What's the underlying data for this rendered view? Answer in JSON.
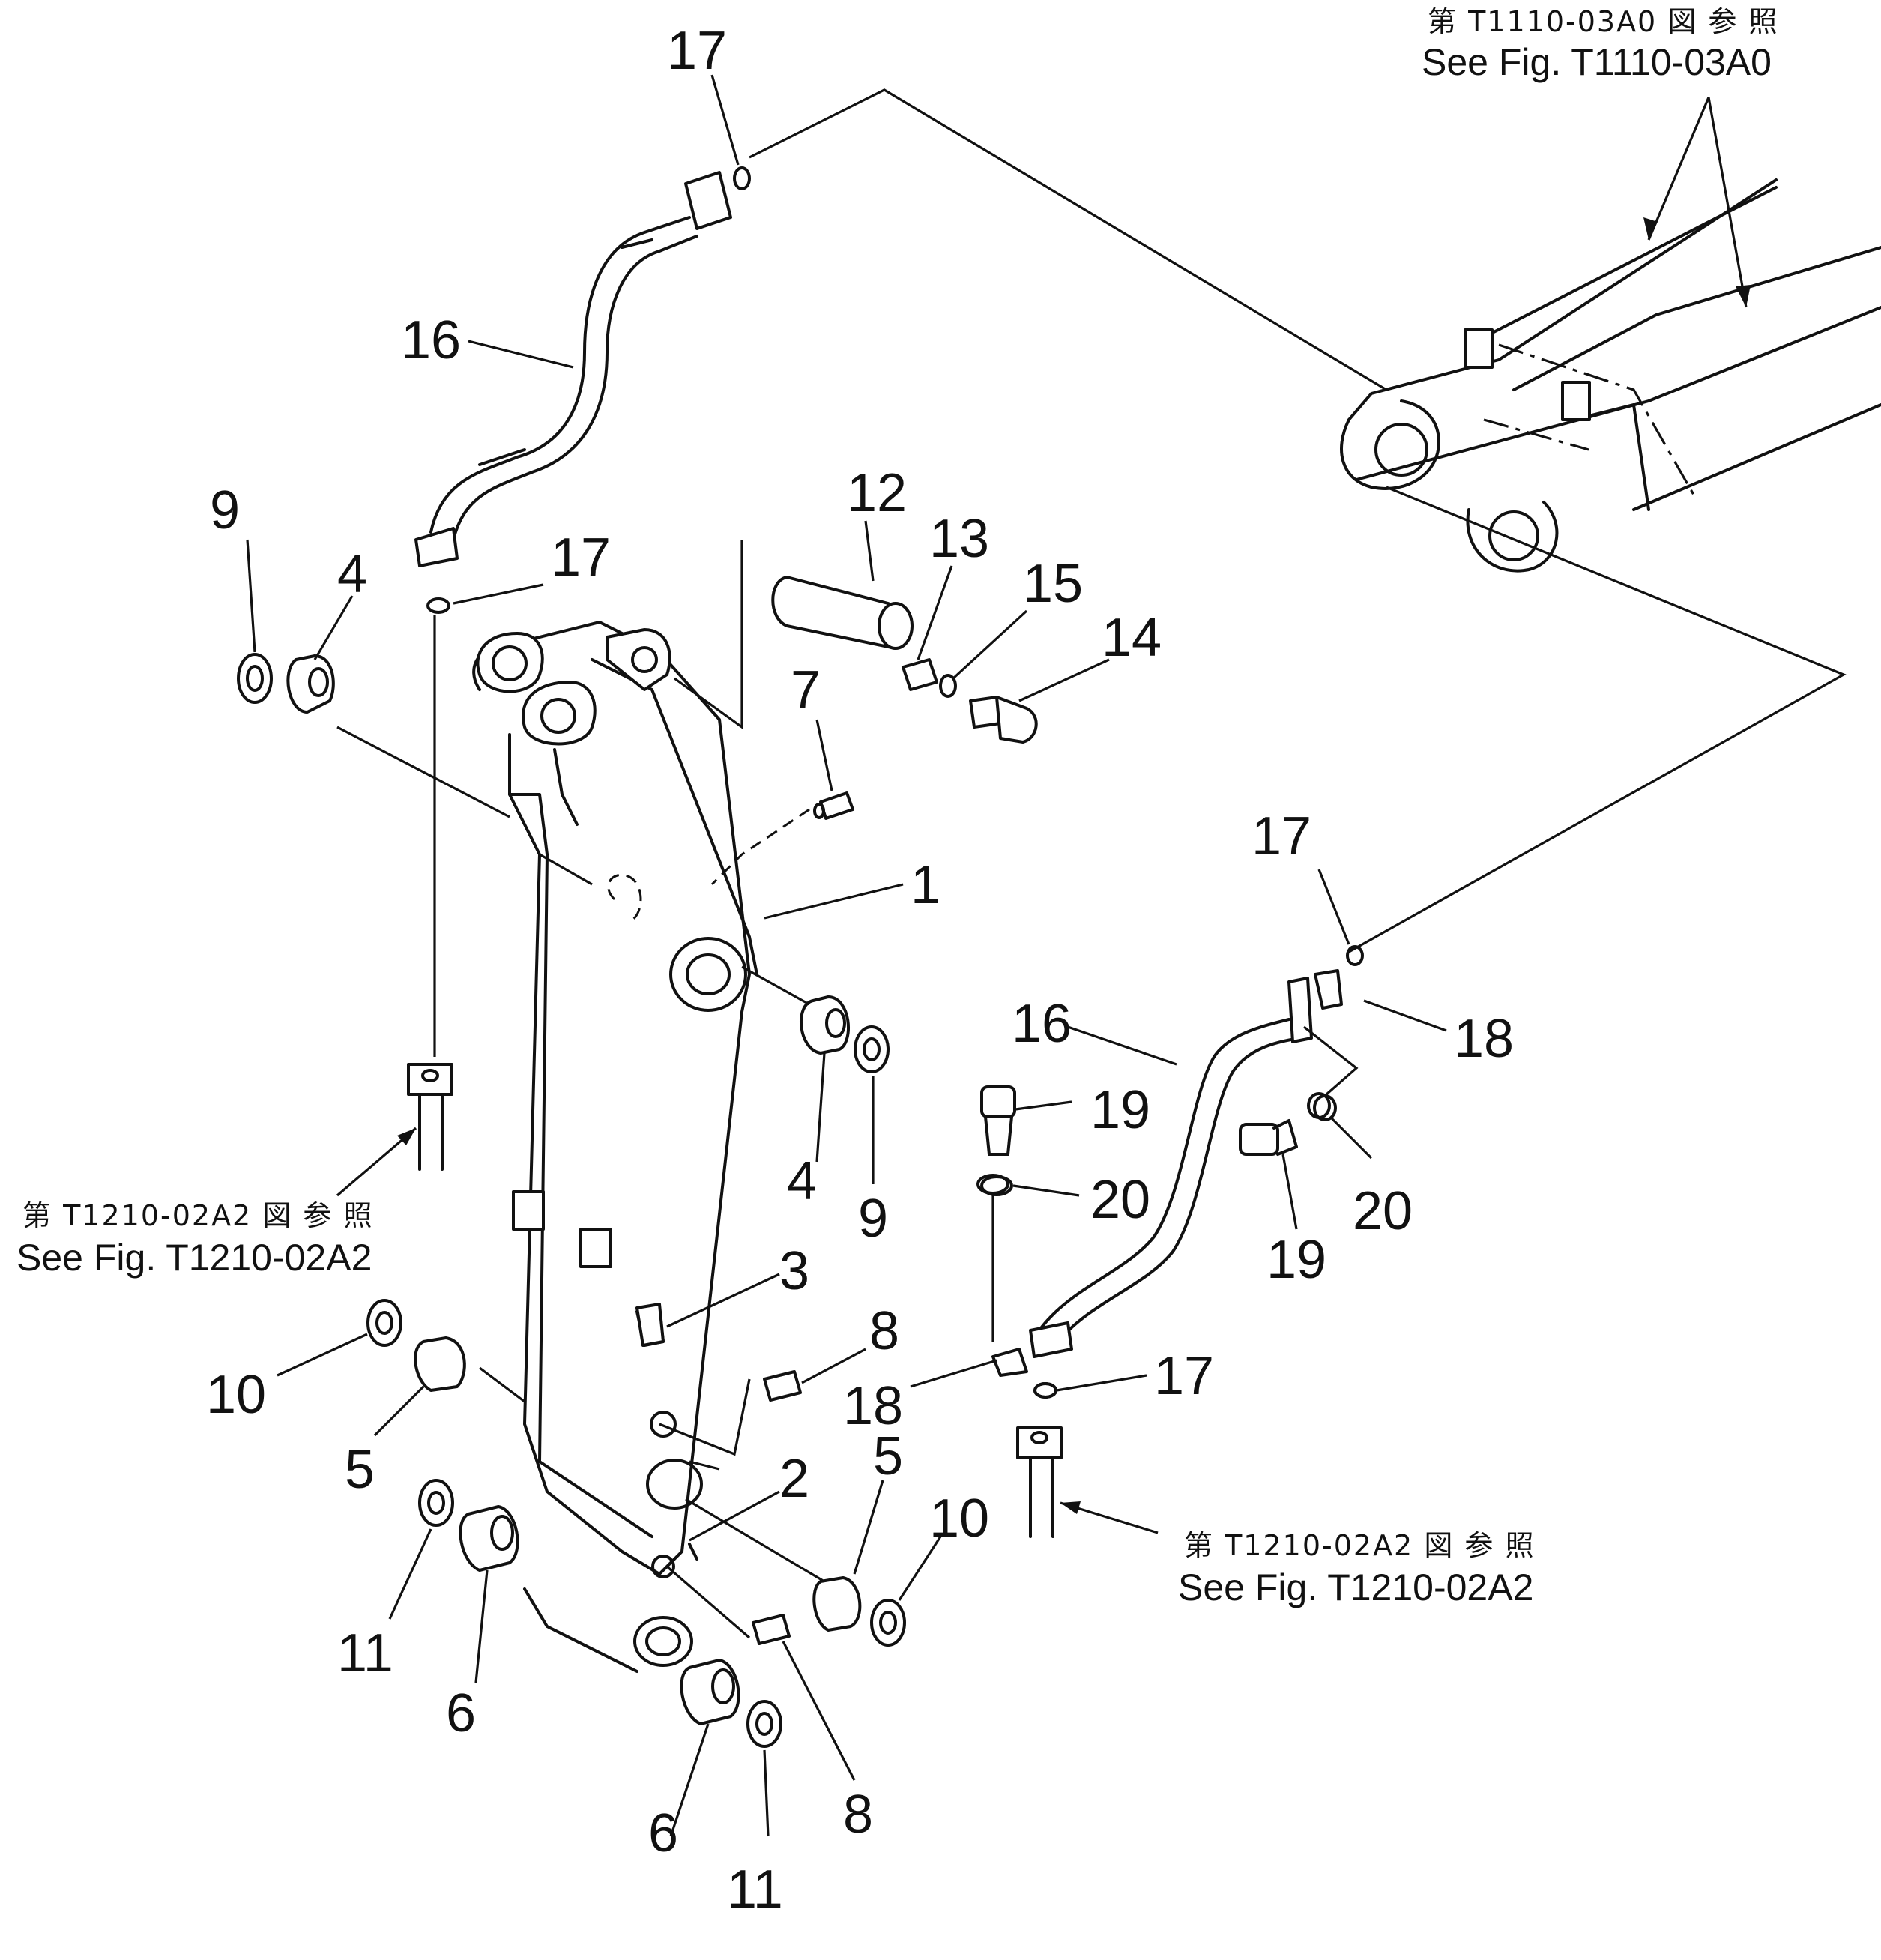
{
  "references": {
    "top_right": {
      "jp": "第 T1110-03A0 図 参 照",
      "en": "See Fig. T1110-03A0"
    },
    "left": {
      "jp": "第 T1210-02A2 図 参 照",
      "en": "See Fig. T1210-02A2"
    },
    "bottom_right": {
      "jp": "第 T1210-02A2 図 参 照",
      "en": "See Fig. T1210-02A2"
    }
  },
  "callouts": {
    "c1": "1",
    "c2": "2",
    "c3": "3",
    "c4a": "4",
    "c4b": "4",
    "c5a": "5",
    "c5b": "5",
    "c6a": "6",
    "c6b": "6",
    "c7": "7",
    "c8a": "8",
    "c8b": "8",
    "c9a": "9",
    "c9b": "9",
    "c10a": "10",
    "c10b": "10",
    "c11a": "11",
    "c11b": "11",
    "c12": "12",
    "c13": "13",
    "c14": "14",
    "c15": "15",
    "c16a": "16",
    "c16b": "16",
    "c17a": "17",
    "c17b": "17",
    "c17c": "17",
    "c17d": "17",
    "c18a": "18",
    "c18b": "18",
    "c19a": "19",
    "c19b": "19",
    "c20a": "20",
    "c20b": "20"
  }
}
